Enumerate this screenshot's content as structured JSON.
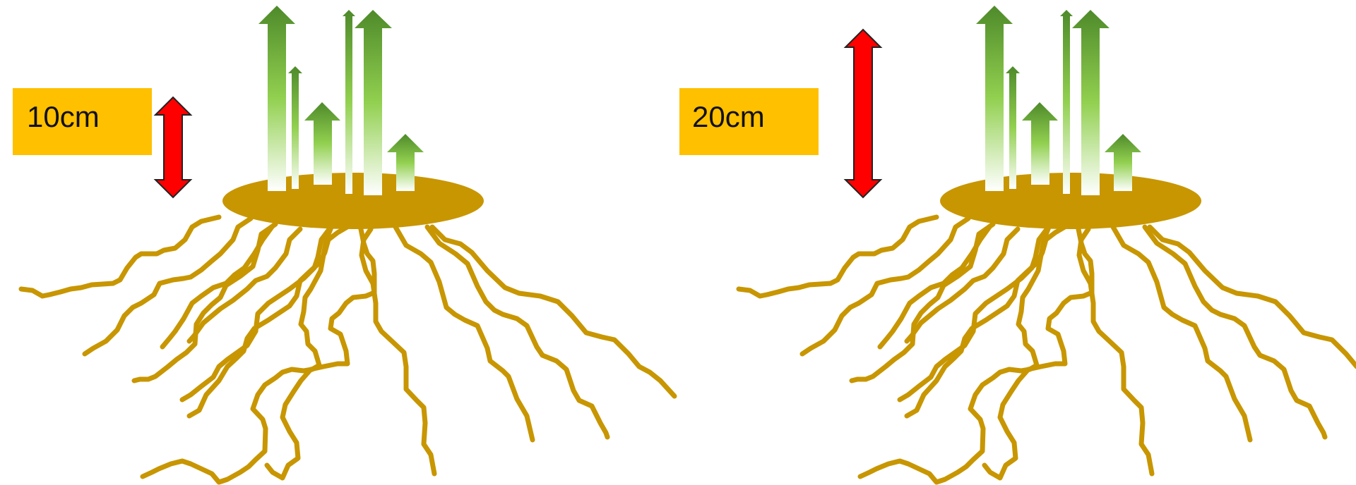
{
  "panels": [
    {
      "id": "left",
      "depth_label": "10cm"
    },
    {
      "id": "right",
      "depth_label": "20cm"
    }
  ],
  "colors": {
    "label_box": "#FFC000",
    "soil_disk": "#C89600",
    "roots": "#C89600",
    "depth_arrow": "#FF0000",
    "shoot_arrow_dark": "#4E8A2A",
    "shoot_arrow_light": "#92D050"
  },
  "icons": {
    "depth_arrow": "double-headed-arrow",
    "shoot_arrow": "up-arrow"
  }
}
